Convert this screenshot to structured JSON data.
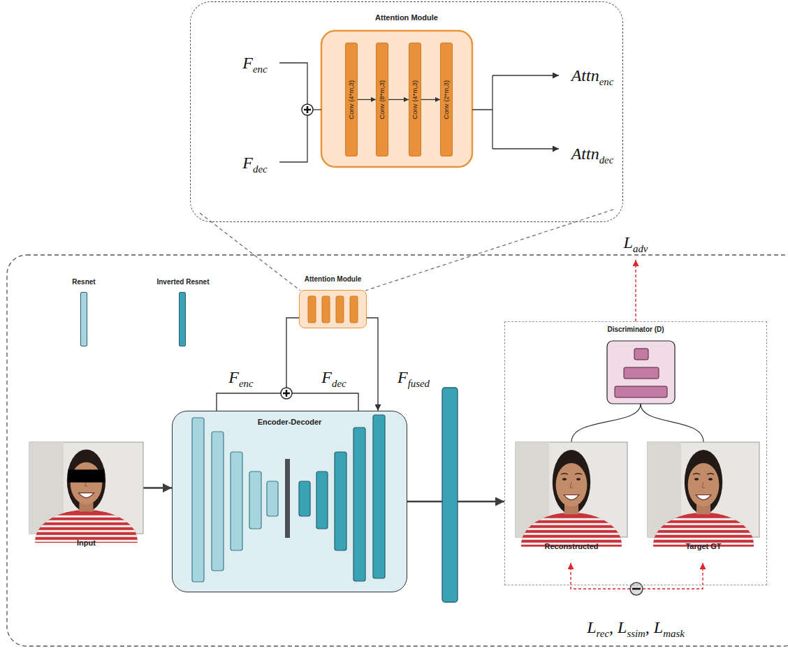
{
  "diagram": {
    "nodes": [
      {
        "text": [
          "Attention Module"
        ]
      },
      {
        "text": [
          "Conv (4*m,3)"
        ],
        "in": 0
      },
      {
        "text": [
          "Conv (8*m,3)"
        ],
        "in": 0
      },
      {
        "text": [
          "Conv (4*m,3)"
        ],
        "in": 0
      },
      {
        "text": [
          "Conv (2*m,3)"
        ],
        "in": 0
      },
      {
        "text": [
          "Input"
        ]
      },
      {
        "text": [
          "Encoder-Decoder"
        ]
      },
      {
        "text": [
          "Attention Module"
        ]
      },
      {
        "text": [
          "Discriminator (D)"
        ]
      },
      {
        "text": [
          "Reconstructed"
        ],
        "in": 8
      },
      {
        "text": [
          "Target GT"
        ],
        "in": 8
      }
    ],
    "edges": [
      {
        "from": 1,
        "to": 2,
        "arrow": "to"
      },
      {
        "from": 2,
        "to": 3,
        "arrow": "to"
      },
      {
        "from": 3,
        "to": 4,
        "arrow": "to"
      },
      {
        "from": 5,
        "to": 6,
        "arrow": "to"
      },
      {
        "from": 6,
        "to": 7,
        "arrow": "none"
      },
      {
        "from": 7,
        "to": 6,
        "arrow": "to"
      },
      {
        "from": 6,
        "to": 8,
        "arrow": "to"
      }
    ],
    "labels": [
      "Fenc",
      "Fdec",
      "Attnenc",
      "Attndec",
      "Fenc",
      "Fdec",
      "Ffused",
      "Ladv",
      "Lrec, Lssim, Lmask"
    ],
    "legend": [
      {
        "text": "Resnet",
        "color": "#a6d5df"
      },
      {
        "text": "Inverted Resnet",
        "color": "#3aa2b5"
      }
    ]
  }
}
